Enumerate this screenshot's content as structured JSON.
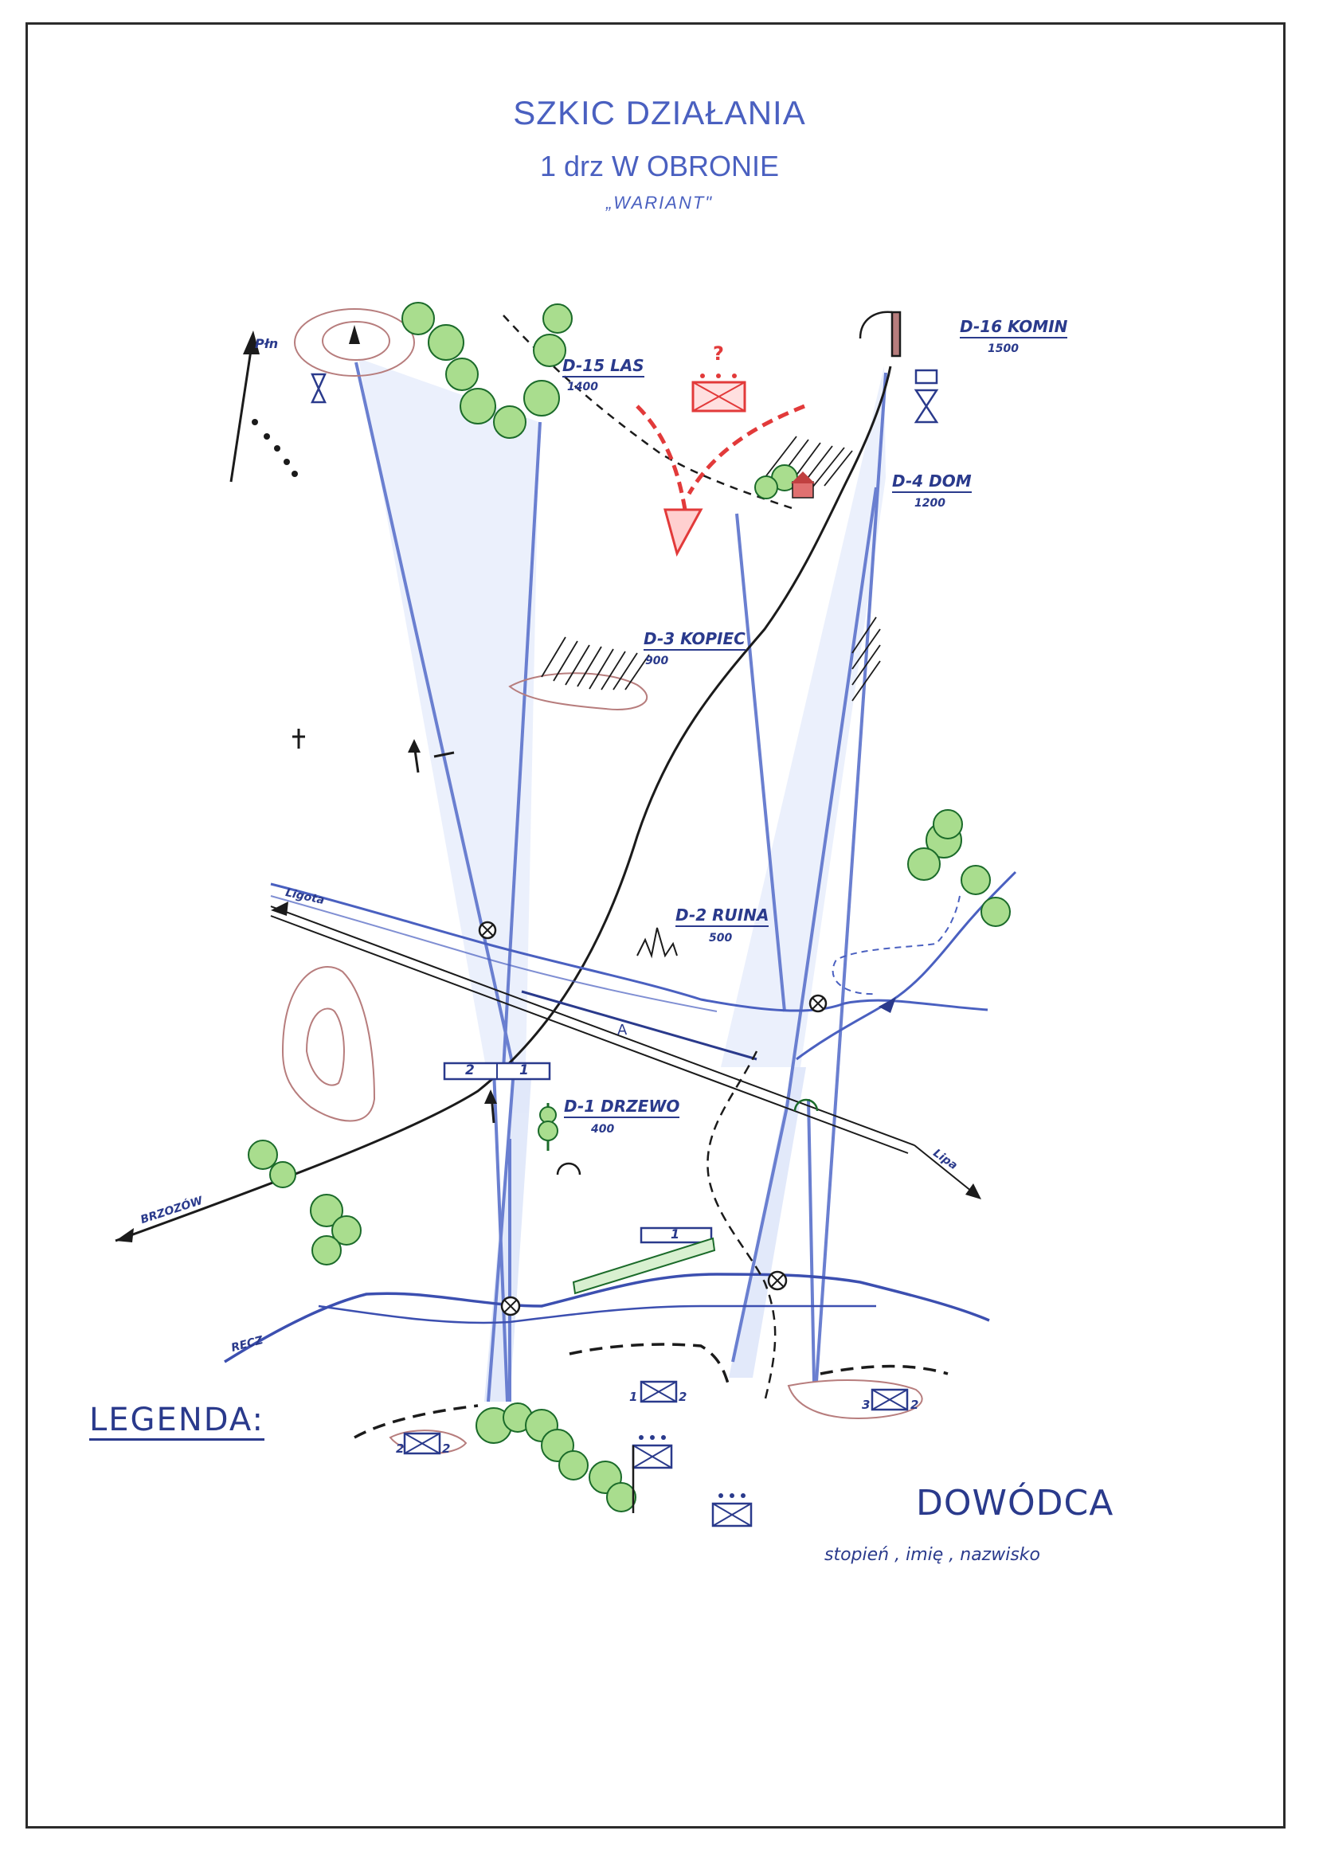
{
  "title": {
    "line1": "SZKIC DZIAŁANIA",
    "line2": "1 drz W OBRONIE",
    "line3": "„WARIANT\""
  },
  "north_label": "Płn",
  "reference_points": [
    {
      "id": "d16",
      "name": "D-16 KOMIN",
      "distance": "1500"
    },
    {
      "id": "d15",
      "name": "D-15 LAS",
      "distance": "1400"
    },
    {
      "id": "d4",
      "name": "D-4 DOM",
      "distance": "1200"
    },
    {
      "id": "d3",
      "name": "D-3 KOPIEC",
      "distance": "900"
    },
    {
      "id": "d2",
      "name": "D-2 RUINA",
      "distance": "500"
    },
    {
      "id": "d1",
      "name": "D-1 DRZEWO",
      "distance": "400"
    }
  ],
  "enemy_marker": "?",
  "place_names": {
    "ligota": "Ligota",
    "lipa": "Lipa",
    "brzozow": "BRZOZÓW",
    "recz": "RECZ"
  },
  "line_label_a": "A",
  "sector_labels": {
    "left": "2",
    "right": "1",
    "center": "1"
  },
  "unit_numbers": [
    "2",
    "2",
    "1",
    "2",
    "3",
    "2"
  ],
  "legend_label": "LEGENDA:",
  "commander_label": "DOWÓDCA",
  "signature_label": "stopień , imię , nazwisko",
  "colors": {
    "title": "#4a60c0",
    "ink": "#2a3a8c",
    "sector_lines": "#6a7fd0",
    "sector_fill": "#c9d6f5",
    "road": "#1b1b1b",
    "forest": "#7ccb5c",
    "terrain": "#b77d7d",
    "enemy": "#e23a3a"
  }
}
